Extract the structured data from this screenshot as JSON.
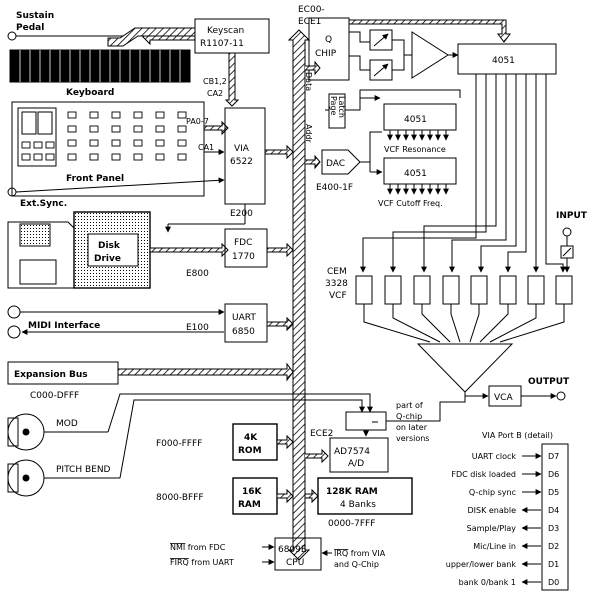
{
  "colors": {
    "ink": "#000000",
    "paper": "#ffffff"
  },
  "labels": {
    "sustain_pedal_1": "Sustain",
    "sustain_pedal_2": "Pedal",
    "keyscan_1": "Keyscan",
    "keyscan_2": "R1107-11",
    "keyboard": "Keyboard",
    "cb12": "CB1,2",
    "ca2": "CA2",
    "pa07": "PA0-7",
    "ca1": "CA1",
    "front_panel": "Front Panel",
    "via_1": "VIA",
    "via_2": "6522",
    "via_addr": "E200",
    "ext_sync": "Ext.Sync.",
    "disk_drive_1": "Disk",
    "disk_drive_2": "Drive",
    "fdc_1": "FDC",
    "fdc_2": "1770",
    "fdc_addr": "E800",
    "uart_1": "UART",
    "uart_2": "6850",
    "uart_addr": "E100",
    "midi": "MIDI Interface",
    "expansion": "Expansion Bus",
    "expansion_addr": "C000-DFFF",
    "mod": "MOD",
    "pitch_bend": "PITCH BEND",
    "qchip_addr_1": "EC00-",
    "qchip_addr_2": "ECE1",
    "qchip_1": "Q",
    "qchip_2": "CHIP",
    "data_bus": "Data",
    "addr_bus": "Addr",
    "page_latch_1": "Page",
    "page_latch_2": "Latch",
    "mux_res": "4051",
    "vcf_res": "VCF Resonance",
    "dac": "DAC",
    "mux_cut": "4051",
    "vcf_cut": "VCF Cutoff Freq.",
    "dac_addr": "E400-1F",
    "mux_main": "4051",
    "input": "INPUT",
    "cem_1": "CEM",
    "cem_2": "3328",
    "cem_3": "VCF",
    "output": "OUTPUT",
    "vca": "VCA",
    "part_of_1": "part of",
    "part_of_2": "Q-chip",
    "part_of_3": "on later",
    "part_of_4": "versions",
    "via_port_b": "VIA Port B  (detail)",
    "ece2": "ECE2",
    "ad_1": "AD7574",
    "ad_2": "A/D",
    "rom_addr": "F000-FFFF",
    "rom_1": "4K",
    "rom_2": "ROM",
    "ram_addr": "8000-BFFF",
    "ram_1": "16K",
    "ram_2": "RAM",
    "bank_ram_1": "128K RAM",
    "bank_ram_2": "4 Banks",
    "bank_ram_addr": "0000-7FFF",
    "nmi_sig": "NMI",
    "nmi_rest": " from FDC",
    "firq_sig": "FIRQ",
    "firq_rest": " from UART",
    "cpu_1": "6809E",
    "cpu_2": "CPU",
    "irq_sig": "IRQ",
    "irq_rest": " from VIA",
    "irq_2": "and Q-Chip"
  },
  "port_b": [
    {
      "name": "UART clock",
      "pin": "D7"
    },
    {
      "name": "FDC disk loaded",
      "pin": "D6"
    },
    {
      "name": "Q-chip sync",
      "pin": "D5"
    },
    {
      "name": "DISK enable",
      "pin": "D4"
    },
    {
      "name": "Sample/Play",
      "pin": "D3"
    },
    {
      "name": "Mic/Line in",
      "pin": "D2"
    },
    {
      "name": "upper/lower bank",
      "pin": "D1"
    },
    {
      "name": "bank 0/bank 1",
      "pin": "D0"
    }
  ]
}
